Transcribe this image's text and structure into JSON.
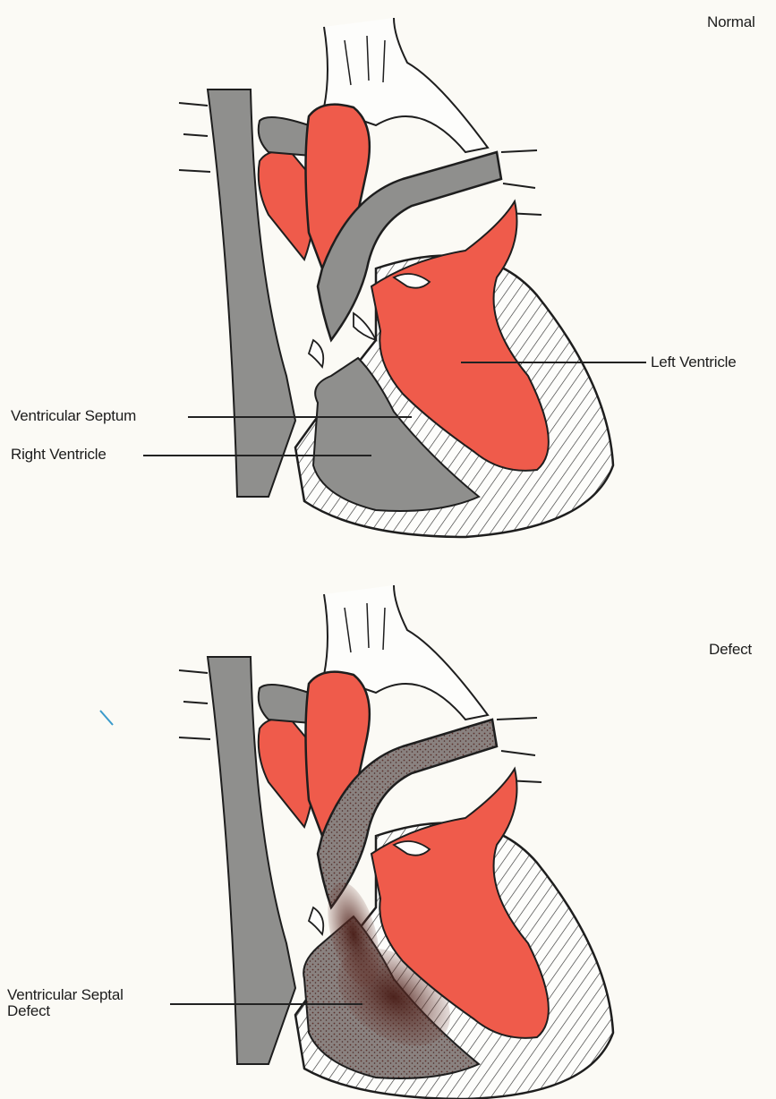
{
  "colors": {
    "oxygenated_blood": "#ef5b4b",
    "deoxygenated_blood": "#8f8f8d",
    "mixed_blood": "#6e3a32",
    "outline": "#1e1e1e",
    "background": "#fbfaf5"
  },
  "panels": [
    {
      "heading": "Normal",
      "labels": {
        "left_ventricle": "Left Ventricle",
        "ventricular_septum": "Ventricular Septum",
        "right_ventricle": "Right Ventricle"
      }
    },
    {
      "heading": "Defect",
      "labels": {
        "ventricular_septal_defect_line1": "Ventricular Septal",
        "ventricular_septal_defect_line2": "Defect"
      }
    }
  ]
}
